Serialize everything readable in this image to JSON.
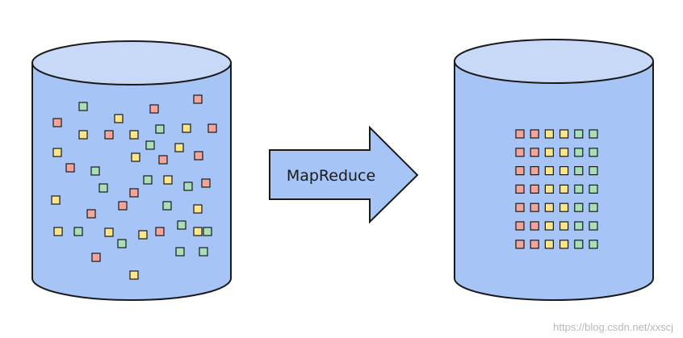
{
  "diagram": {
    "arrow_label": "MapReduce",
    "watermark": "https://blog.csdn.net/xxscj",
    "colors": {
      "cylinder_body": "#a6c4f5",
      "cylinder_top": "#c8d9f8",
      "outline": "#1a1a1a",
      "arrow_fill": "#a6c4f5",
      "square_red": "#f3a59a",
      "square_yellow": "#fde58a",
      "square_green": "#a9dfb8"
    },
    "ordered_grid": {
      "rows": 7,
      "column_colors": [
        "red",
        "red",
        "yellow",
        "yellow",
        "green",
        "green"
      ]
    }
  }
}
